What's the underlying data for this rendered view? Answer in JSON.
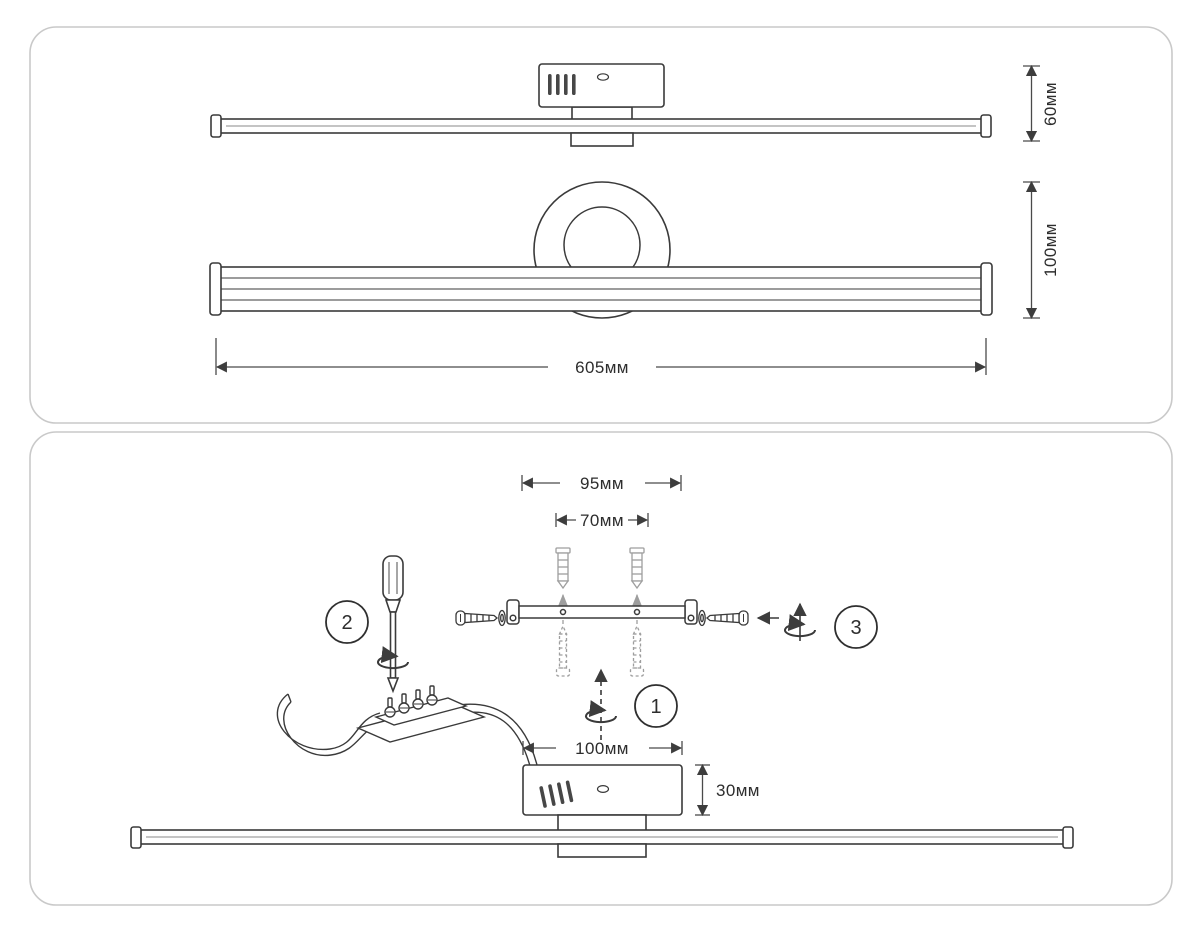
{
  "top_panel": {
    "dim_top_view_height": "60мм",
    "dim_front_height": "100мм",
    "dim_length": "605мм"
  },
  "bottom_panel": {
    "dim_mount_holes": "95мм",
    "dim_inner_holes": "70мм",
    "dim_canopy_width": "100мм",
    "dim_canopy_height": "30мм",
    "step_numbers": {
      "one": "1",
      "two": "2",
      "three": "3"
    }
  }
}
